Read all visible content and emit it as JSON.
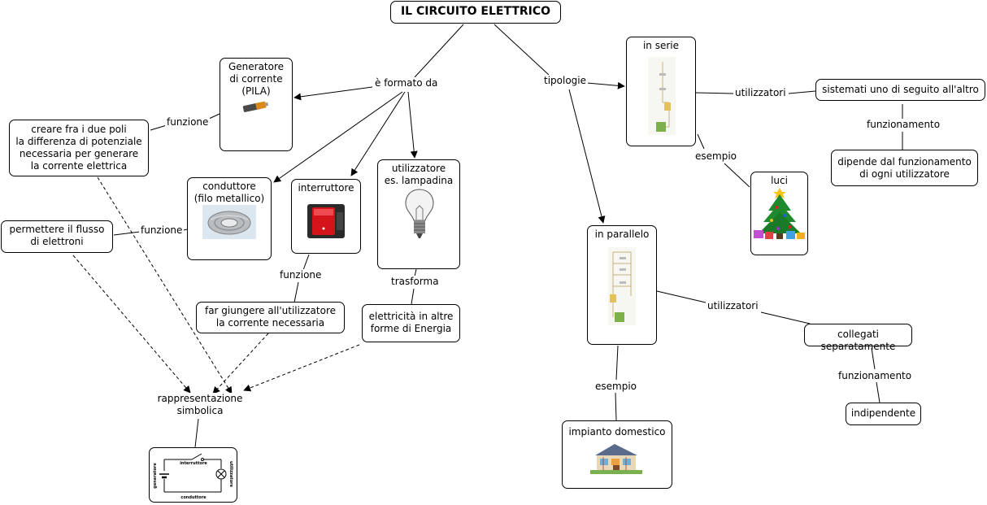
{
  "title": "IL CIRCUITO ELETTRICO",
  "nodes": {
    "generatore": "Generatore\ndi corrente\n(PILA)",
    "creare": "creare fra i due poli\nla differenza di potenziale\nnecessaria per generare\nla corrente elettrica",
    "conduttore": "conduttore\n(filo metallico)",
    "interruttore": "interruttore",
    "utilizzatore": "utilizzatore\nes. lampadina",
    "permettere": "permettere il flusso\ndi elettroni",
    "far_giungere": "far giungere all'utilizzatore\nla corrente necessaria",
    "elettricita": "elettricità in altre\nforme di Energia",
    "in_serie": "in serie",
    "sistemati": "sistemati uno di seguito all'altro",
    "dipende": "dipende dal funzionamento\ndi ogni utilizzatore",
    "luci": "luci",
    "in_parallelo": "in parallelo",
    "collegati": "collegati separatamente",
    "indipendente": "indipendente",
    "impianto": "impianto domestico"
  },
  "labels": {
    "formato": "è formato da",
    "tipologie": "tipologie",
    "funzione": "funzione",
    "trasforma": "trasforma",
    "utilizzatori": "utilizzatori",
    "funzionamento": "funzionamento",
    "esempio": "esempio",
    "rappresentazione": "rappresentazione\nsimbolica"
  },
  "schematic": {
    "interruttore": "interruttore",
    "generatore": "generatore",
    "utilizzatore": "utilizzatore",
    "conduttore": "conduttore"
  },
  "colors": {
    "line": "#000000",
    "node_border": "#000000",
    "background": "#ffffff"
  }
}
